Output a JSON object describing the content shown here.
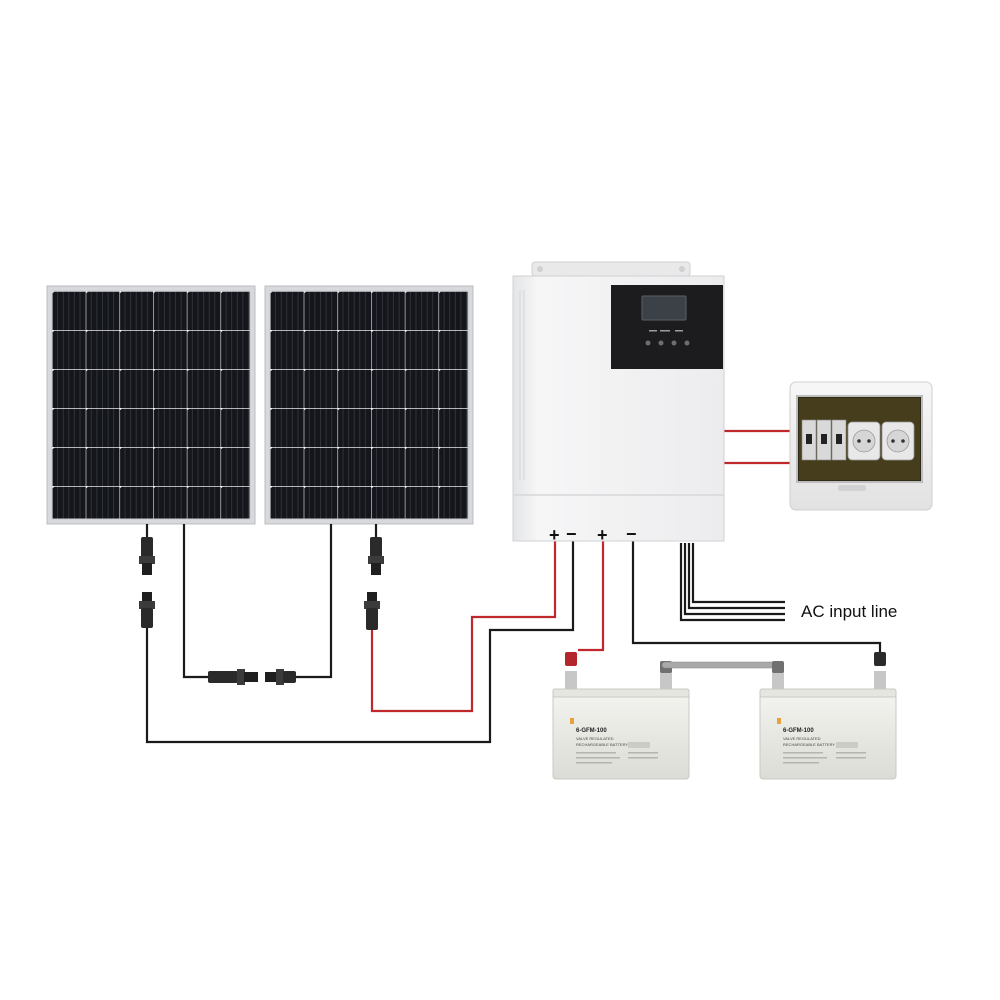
{
  "labels": {
    "inverter_pv_plus": "+",
    "inverter_pv_minus": "−",
    "inverter_batt_plus": "+",
    "inverter_batt_minus": "−",
    "ac_input_line": "AC input line"
  },
  "battery": {
    "model": "6-GFM-100",
    "line1": "VALVE REGULATED",
    "line2": "RECHARGEABLE BATTERY"
  },
  "colors": {
    "wire_black": "#1a1a1a",
    "wire_red": "#c0272d",
    "panel_cell": "#15171c",
    "panel_frame": "#d7d9dc",
    "inverter_body": "#f1f1f2",
    "inverter_panel": "#1c1c1e",
    "battery_body": "#ecece8",
    "breaker_box": "#efefef"
  }
}
